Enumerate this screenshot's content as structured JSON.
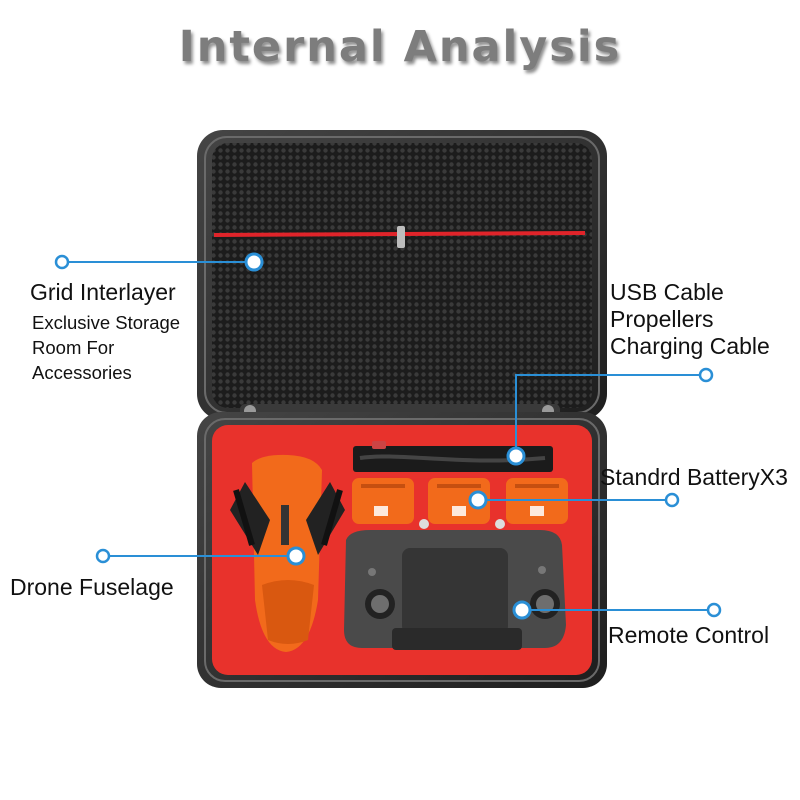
{
  "title": "Internal Analysis",
  "callouts": {
    "grid": {
      "label": "Grid Interlayer",
      "sub": [
        "Exclusive Storage",
        "Room For",
        "Accessories"
      ]
    },
    "usb": {
      "lines": [
        "USB Cable",
        "Propellers",
        "Charging Cable"
      ]
    },
    "battery": {
      "label": "Standrd BatteryX3"
    },
    "drone": {
      "label": "Drone Fuselage"
    },
    "remote": {
      "label": "Remote Control"
    }
  },
  "colors": {
    "callout_line": "#2a8fd6",
    "case_shell": "#2b2b2b",
    "foam": "#e8322c",
    "zipper_trim": "#e0242a",
    "drone_orange": "#f26a1b",
    "title_gray": "#7d7d7d"
  }
}
